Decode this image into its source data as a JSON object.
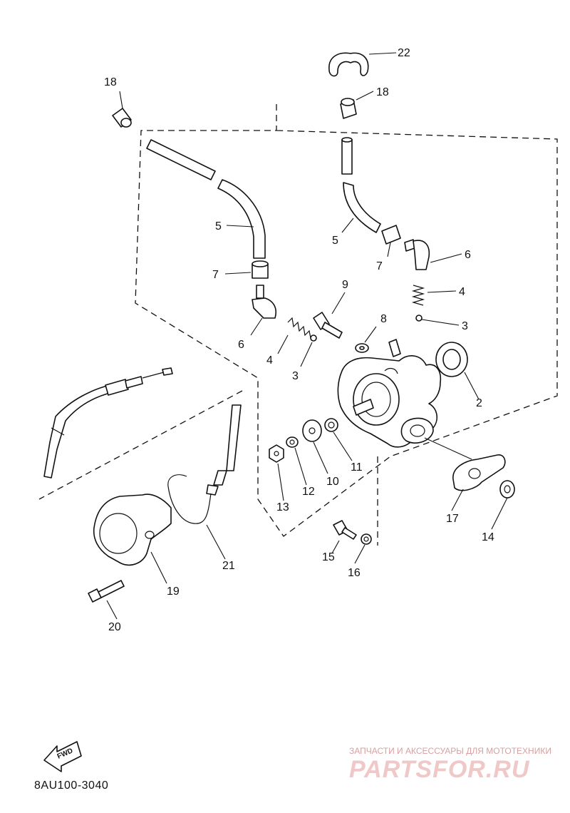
{
  "callouts": {
    "c22": "22",
    "c18a": "18",
    "c18b": "18",
    "c5a": "5",
    "c5b": "5",
    "c7a": "7",
    "c7b": "7",
    "c6a": "6",
    "c6b": "6",
    "c4a": "4",
    "c4b": "4",
    "c3a": "3",
    "c3b": "3",
    "c9": "9",
    "c8": "8",
    "c2": "2",
    "c13": "13",
    "c12": "12",
    "c10": "10",
    "c11": "11",
    "c17": "17",
    "c14": "14",
    "c15": "15",
    "c16": "16",
    "c19": "19",
    "c20": "20",
    "c21": "21"
  },
  "fwd_badge": "FWD",
  "document_id": "8AU100-3040",
  "watermark": {
    "tagline": "ЗАПЧАСТИ И АКСЕССУАРЫ ДЛЯ МОТОТЕХНИКИ",
    "logo": "PARTSFOR.RU"
  }
}
